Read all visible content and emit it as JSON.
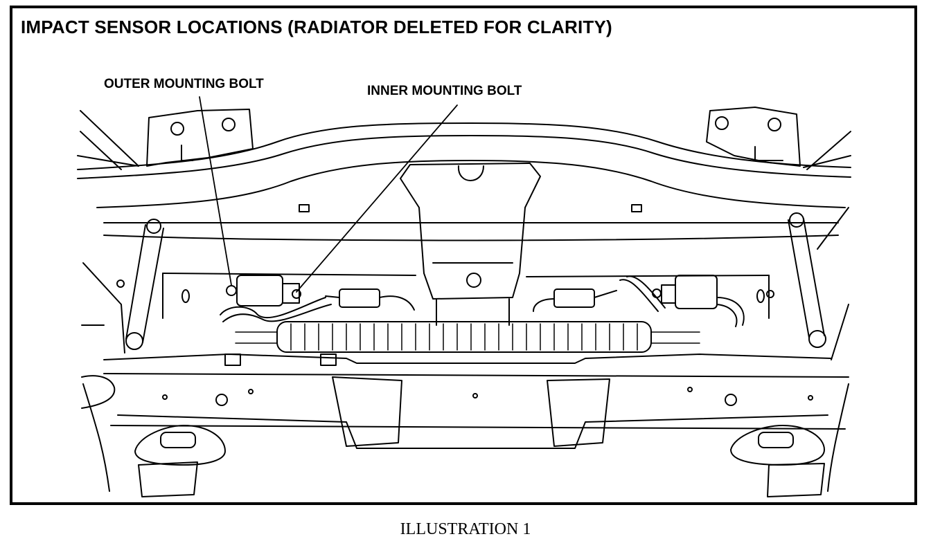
{
  "diagram": {
    "title": "IMPACT SENSOR LOCATIONS (RADIATOR DELETED FOR CLARITY)",
    "callouts": {
      "outer": "OUTER MOUNTING BOLT",
      "inner": "INNER MOUNTING BOLT"
    },
    "caption": "ILLUSTRATION 1"
  },
  "colors": {
    "ink": "#000000",
    "paper": "#ffffff"
  }
}
